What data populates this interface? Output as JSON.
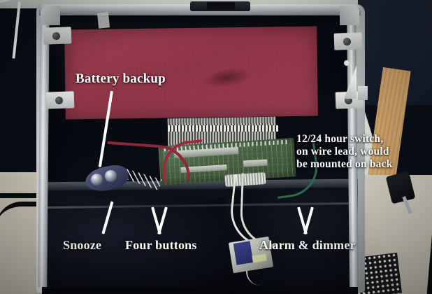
{
  "photo": {
    "subject": "Alarm clock electronics mounted inside an opened silver flight case",
    "annotation_color": "#ffffff"
  },
  "annotations": [
    {
      "id": "battery-backup",
      "label": "Battery backup",
      "pointer": "diagonal-line",
      "target": "red panel in case lid"
    },
    {
      "id": "hour-switch",
      "label": "12/24 hour switch, on wire lead, would be mounted on back",
      "lines": [
        "12/24 hour switch,",
        "on wire lead, would",
        "be mounted on back"
      ],
      "pointer": "hook-line",
      "target": "green wire lead at right of circuit board"
    },
    {
      "id": "snooze",
      "label": "Snooze",
      "pointer": "diagonal-line",
      "target": "blue switch bracket at left"
    },
    {
      "id": "four-buttons",
      "label": "Four buttons",
      "pointer": "v-arrow",
      "target": "wire fan / button harness"
    },
    {
      "id": "alarm-dimmer",
      "label": "Alarm & dimmer",
      "pointer": "v-arrow",
      "target": "small module with blue component"
    }
  ],
  "scene_colors": {
    "case_frame": "#d8dcdc",
    "case_interior": "#0a0d16",
    "battery_panel": "#943a4c",
    "pcb_green": "#4a6342",
    "red_wire": "#8d2638",
    "white_wire": "#e4e6e0",
    "desk": "#c8c4b5",
    "wood_strip": "#c79a62"
  },
  "objects": {
    "battery_panel": "Battery backup pack (red)",
    "circuit_board": "Green printed circuit board",
    "ribbon_cable": "Display ribbon cable",
    "snooze_switch": "Snooze switch with two buttons",
    "alarm_module": "Alarm & dimmer module",
    "power_plug": "Power plug at right",
    "mesh_patch": "Perforated mesh panel",
    "top_latch": "Case latch at top edge"
  }
}
